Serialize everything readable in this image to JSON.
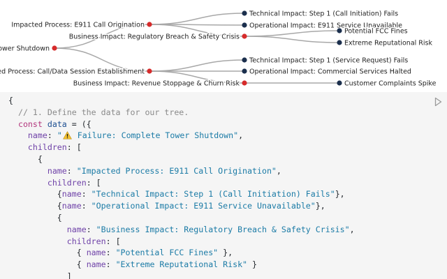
{
  "tree": {
    "nodes": [
      {
        "label": "Complete Tower Shutdown",
        "type": "root"
      },
      {
        "label": "Impacted Process: E911 Call Origination",
        "type": "inner"
      },
      {
        "label": "Impacted Process: Call/Data Session Establishment",
        "type": "inner"
      },
      {
        "label": "Technical Impact: Step 1 (Call Initiation) Fails",
        "type": "leaf"
      },
      {
        "label": "Operational Impact: E911 Service Unavailable",
        "type": "leaf"
      },
      {
        "label": "Business Impact: Regulatory Breach & Safety Crisis",
        "type": "inner"
      },
      {
        "label": "Technical Impact: Step 1 (Service Request) Fails",
        "type": "leaf"
      },
      {
        "label": "Operational Impact: Commercial Services Halted",
        "type": "leaf"
      },
      {
        "label": "Business Impact: Revenue Stoppage & Churn Risk",
        "type": "inner"
      },
      {
        "label": "Potential FCC Fines",
        "type": "leaf"
      },
      {
        "label": "Extreme Reputational Risk",
        "type": "leaf"
      },
      {
        "label": "Customer Complaints Spike",
        "type": "leaf"
      }
    ],
    "colors": {
      "inner_node": "#d62b2b",
      "leaf_node": "#1b2f4d",
      "link": "#a8a8a8"
    }
  },
  "code": {
    "lines": [
      [
        {
          "t": "{",
          "c": "punct"
        }
      ],
      [
        {
          "t": "  // 1. Define the data for our tree.",
          "c": "comment"
        }
      ],
      [
        {
          "t": "  ",
          "c": "punct"
        },
        {
          "t": "const",
          "c": "keyword"
        },
        {
          "t": " ",
          "c": "punct"
        },
        {
          "t": "data",
          "c": "var"
        },
        {
          "t": " = ({",
          "c": "punct"
        }
      ],
      [
        {
          "t": "    ",
          "c": "punct"
        },
        {
          "t": "name",
          "c": "key"
        },
        {
          "t": ": ",
          "c": "punct"
        },
        {
          "t": "\"",
          "c": "string"
        },
        {
          "icon": "warning-icon"
        },
        {
          "t": " Failure: Complete Tower Shutdown\"",
          "c": "string"
        },
        {
          "t": ",",
          "c": "punct"
        }
      ],
      [
        {
          "t": "    ",
          "c": "punct"
        },
        {
          "t": "children",
          "c": "key"
        },
        {
          "t": ": [",
          "c": "punct"
        }
      ],
      [
        {
          "t": "      {",
          "c": "punct"
        }
      ],
      [
        {
          "t": "        ",
          "c": "punct"
        },
        {
          "t": "name",
          "c": "key"
        },
        {
          "t": ": ",
          "c": "punct"
        },
        {
          "t": "\"Impacted Process: E911 Call Origination\"",
          "c": "string"
        },
        {
          "t": ",",
          "c": "punct"
        }
      ],
      [
        {
          "t": "        ",
          "c": "punct"
        },
        {
          "t": "children",
          "c": "key"
        },
        {
          "t": ": [",
          "c": "punct"
        }
      ],
      [
        {
          "t": "          {",
          "c": "punct"
        },
        {
          "t": "name",
          "c": "key"
        },
        {
          "t": ": ",
          "c": "punct"
        },
        {
          "t": "\"Technical Impact: Step 1 (Call Initiation) Fails\"",
          "c": "string"
        },
        {
          "t": "},",
          "c": "punct"
        }
      ],
      [
        {
          "t": "          {",
          "c": "punct"
        },
        {
          "t": "name",
          "c": "key"
        },
        {
          "t": ": ",
          "c": "punct"
        },
        {
          "t": "\"Operational Impact: E911 Service Unavailable\"",
          "c": "string"
        },
        {
          "t": "},",
          "c": "punct"
        }
      ],
      [
        {
          "t": "          {",
          "c": "punct"
        }
      ],
      [
        {
          "t": "            ",
          "c": "punct"
        },
        {
          "t": "name",
          "c": "key"
        },
        {
          "t": ": ",
          "c": "punct"
        },
        {
          "t": "\"Business Impact: Regulatory Breach & Safety Crisis\"",
          "c": "string"
        },
        {
          "t": ",",
          "c": "punct"
        }
      ],
      [
        {
          "t": "            ",
          "c": "punct"
        },
        {
          "t": "children",
          "c": "key"
        },
        {
          "t": ": [",
          "c": "punct"
        }
      ],
      [
        {
          "t": "              { ",
          "c": "punct"
        },
        {
          "t": "name",
          "c": "key"
        },
        {
          "t": ": ",
          "c": "punct"
        },
        {
          "t": "\"Potential FCC Fines\"",
          "c": "string"
        },
        {
          "t": " },",
          "c": "punct"
        }
      ],
      [
        {
          "t": "              { ",
          "c": "punct"
        },
        {
          "t": "name",
          "c": "key"
        },
        {
          "t": ": ",
          "c": "punct"
        },
        {
          "t": "\"Extreme Reputational Risk\"",
          "c": "string"
        },
        {
          "t": " }",
          "c": "punct"
        }
      ],
      [
        {
          "t": "            ]",
          "c": "punct"
        }
      ]
    ]
  },
  "controls": {
    "run_icon": "play-icon"
  }
}
